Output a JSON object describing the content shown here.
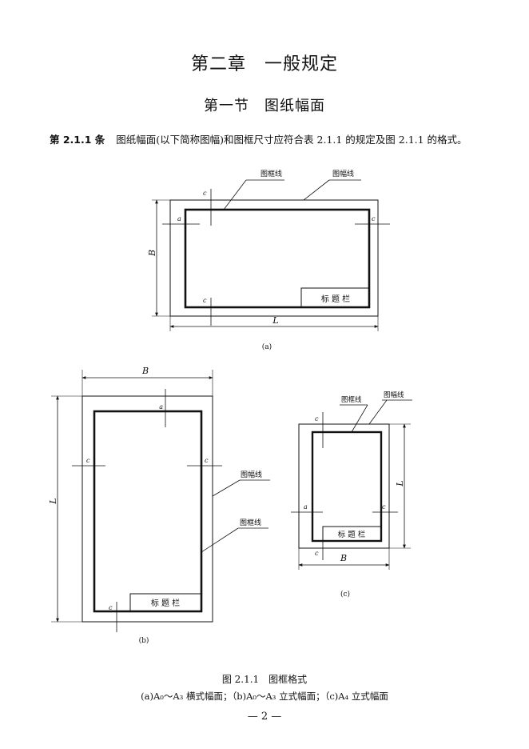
{
  "chapter_title": "第二章　一般规定",
  "section_title": "第一节　图纸幅面",
  "paragraph": {
    "clause_no": "第 2.1.1 条",
    "text": "图纸幅面(以下简称图幅)和图框尺寸应符合表 2.1.1 的规定及图 2.1.1 的格式。"
  },
  "figure_a": {
    "label_frame_line": "图框线",
    "label_sheet_line": "图幅线",
    "dim_B": "B",
    "dim_L": "L",
    "dim_c": "c",
    "dim_a": "a",
    "title_block": "标 题 栏",
    "sublabel": "(a)"
  },
  "figure_b": {
    "dim_B": "B",
    "dim_L": "L",
    "dim_c": "c",
    "dim_a": "a",
    "label_sheet_line": "图幅线",
    "label_frame_line": "图框线",
    "title_block": "标 题 栏",
    "sublabel": "(b)"
  },
  "figure_c": {
    "label_frame_line": "图框线",
    "label_sheet_line": "图幅线",
    "dim_B": "B",
    "dim_L": "L",
    "dim_c": "c",
    "dim_a": "a",
    "title_block": "标 题 栏",
    "sublabel": "(c)"
  },
  "caption": {
    "line1": "图 2.1.1　图框格式",
    "line2": "(a)A₀～A₃ 横式幅面；（b)A₀～A₃ 立式幅面；（c)A₄ 立式幅面"
  },
  "page_number": "— 2 —"
}
